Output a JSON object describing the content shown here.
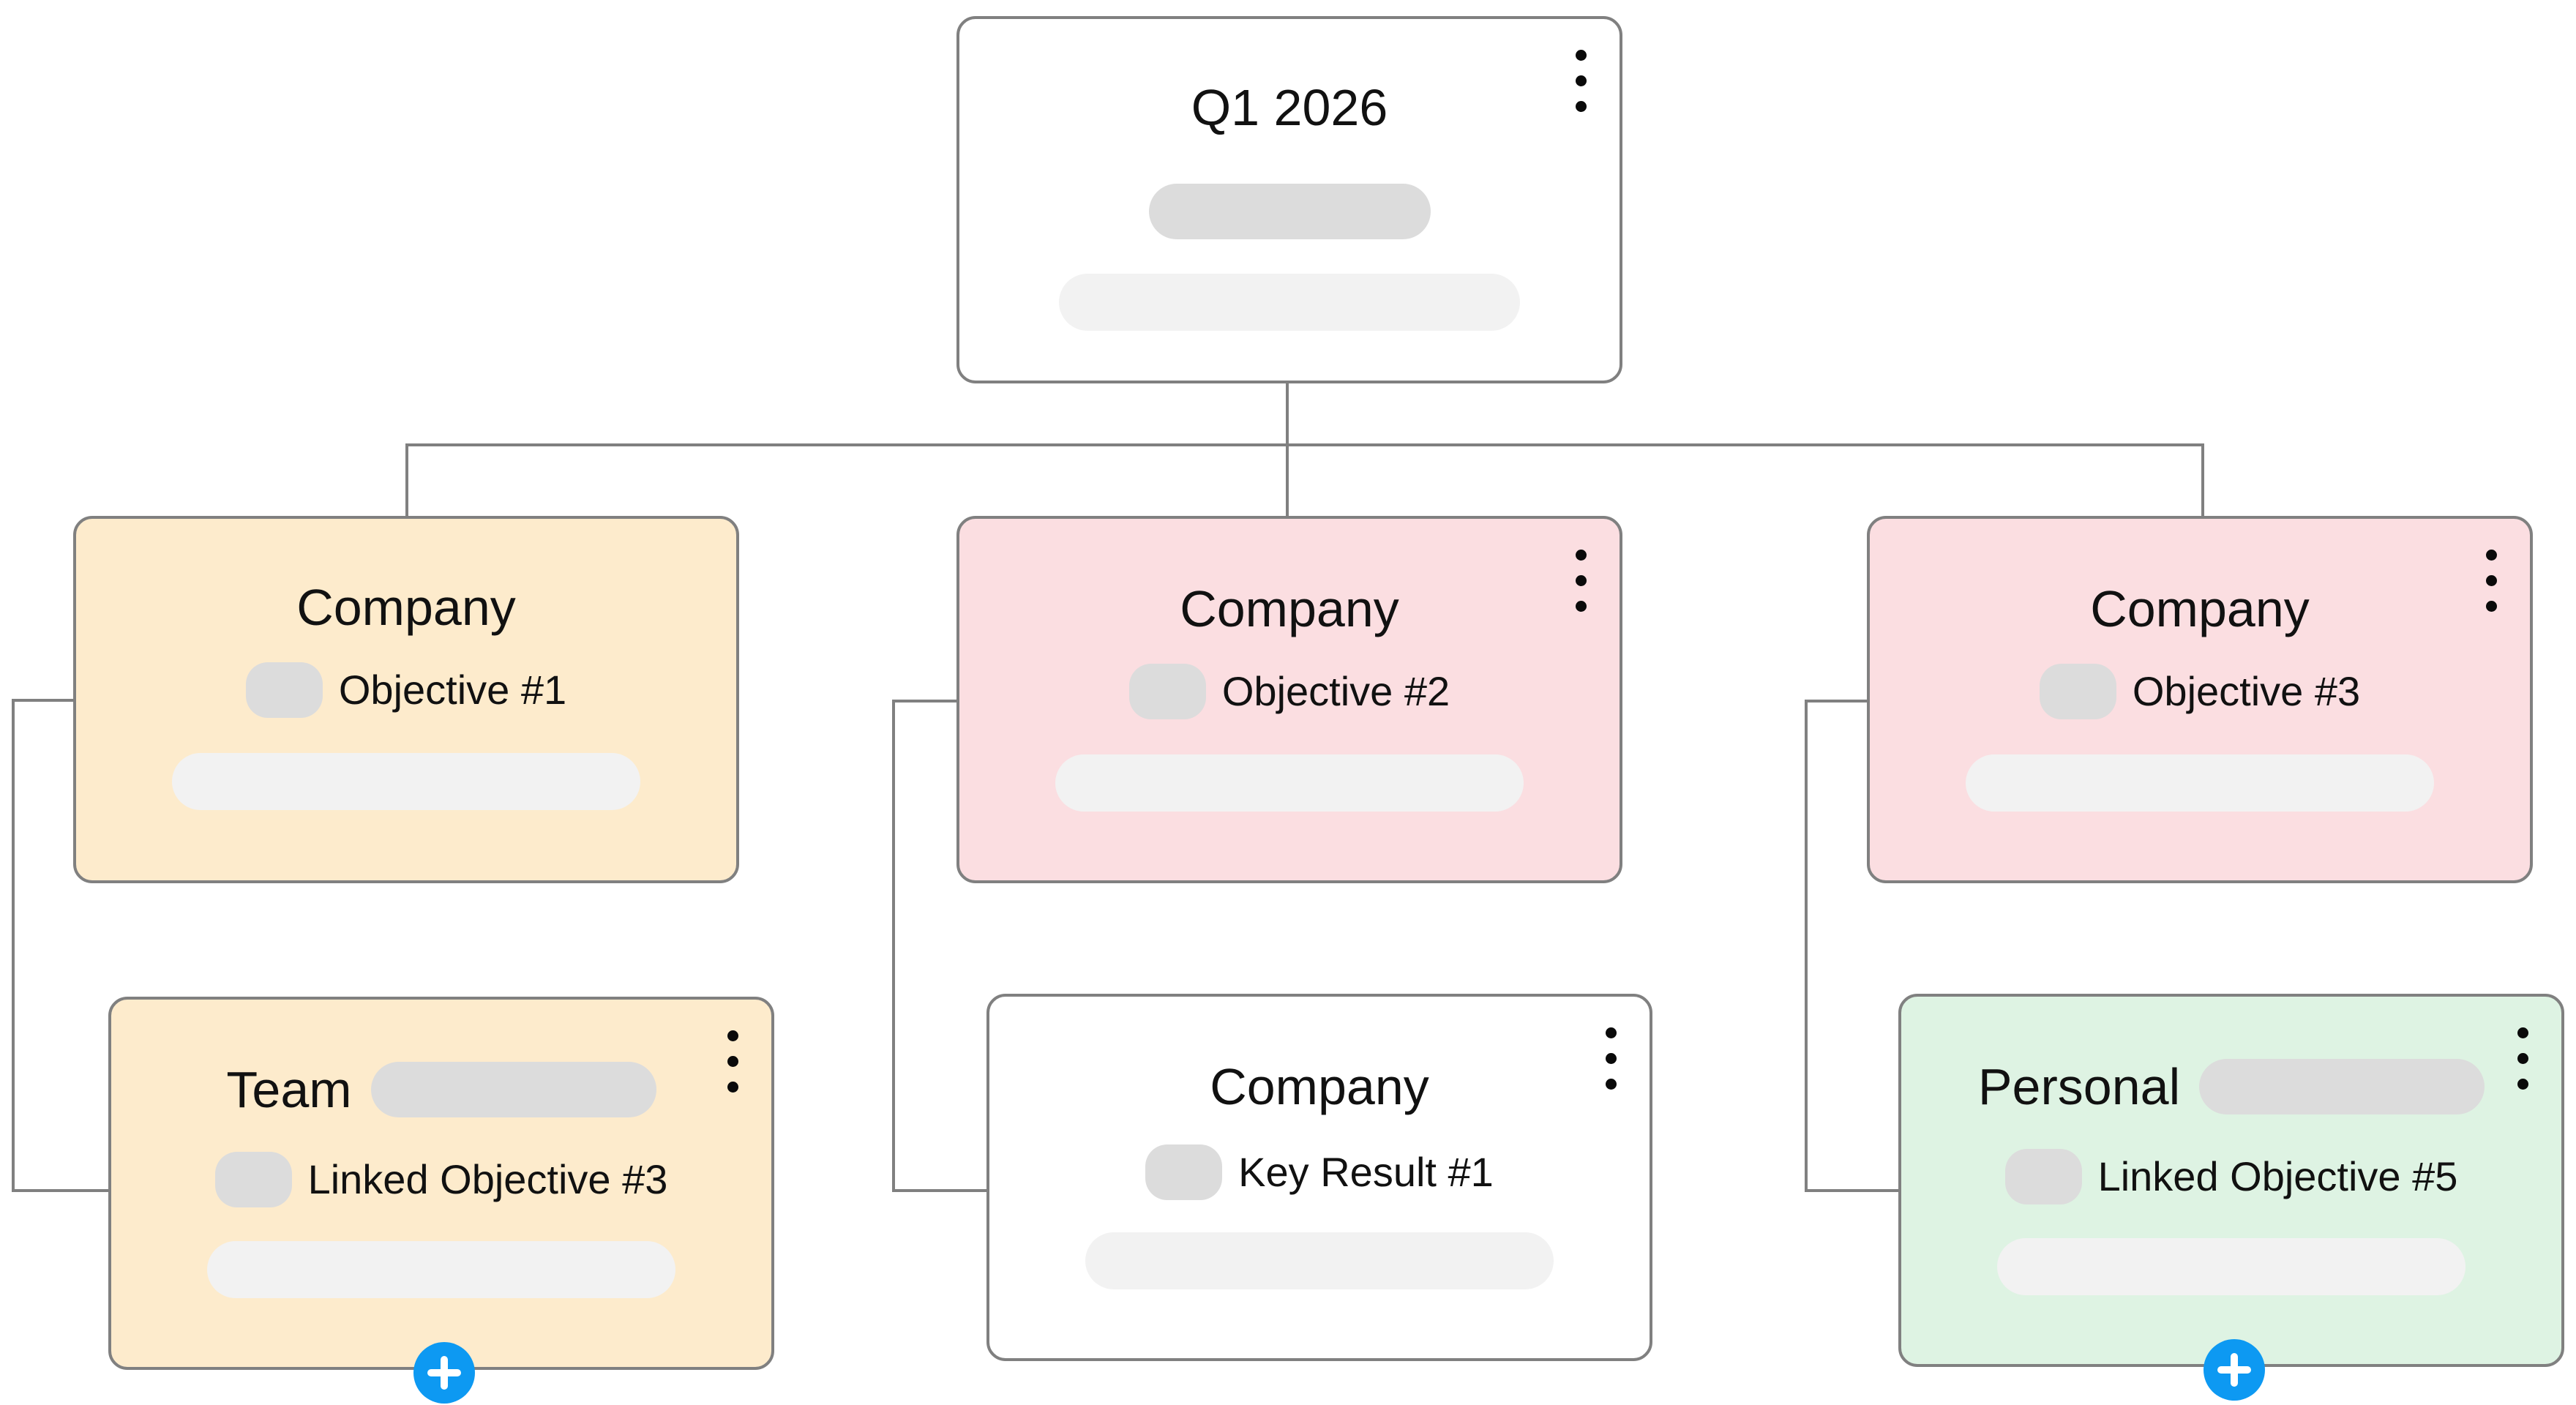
{
  "diagram": {
    "type": "okr-tree",
    "background": "#ffffff",
    "connector_color": "#808080",
    "accent_blue": "#0d99f2",
    "palette": {
      "yellow": "#fdebcc",
      "pink": "#fbdee1",
      "green": "#def3e3",
      "white": "#ffffff",
      "pill_dark": "#dcdcdc",
      "pill_light": "#f2f2f2",
      "border": "#808080"
    }
  },
  "root": {
    "title": "Q1 2026",
    "color": "white",
    "menu_icon": "kebab-menu-icon",
    "has_menu": true,
    "has_title_pill": false,
    "has_add_button": false,
    "subtitle": ""
  },
  "level1": [
    {
      "title": "Company",
      "subtitle": "Objective #1",
      "color": "yellow",
      "has_menu": false,
      "has_title_pill": false,
      "has_add_button": false
    },
    {
      "title": "Company",
      "subtitle": "Objective #2",
      "color": "pink",
      "has_menu": true,
      "has_title_pill": false,
      "has_add_button": false
    },
    {
      "title": "Company",
      "subtitle": "Objective #3",
      "color": "pink",
      "has_menu": true,
      "has_title_pill": false,
      "has_add_button": false
    }
  ],
  "level2": [
    {
      "title": "Team",
      "subtitle": "Linked Objective #3",
      "color": "yellow",
      "has_menu": true,
      "has_title_pill": true,
      "has_add_button": true,
      "add_button_icon": "plus-icon"
    },
    {
      "title": "Company",
      "subtitle": "Key Result #1",
      "color": "white",
      "has_menu": true,
      "has_title_pill": false,
      "has_add_button": false
    },
    {
      "title": "Personal",
      "subtitle": "Linked Objective #5",
      "color": "green",
      "has_menu": true,
      "has_title_pill": true,
      "has_add_button": true,
      "add_button_icon": "plus-icon"
    }
  ]
}
